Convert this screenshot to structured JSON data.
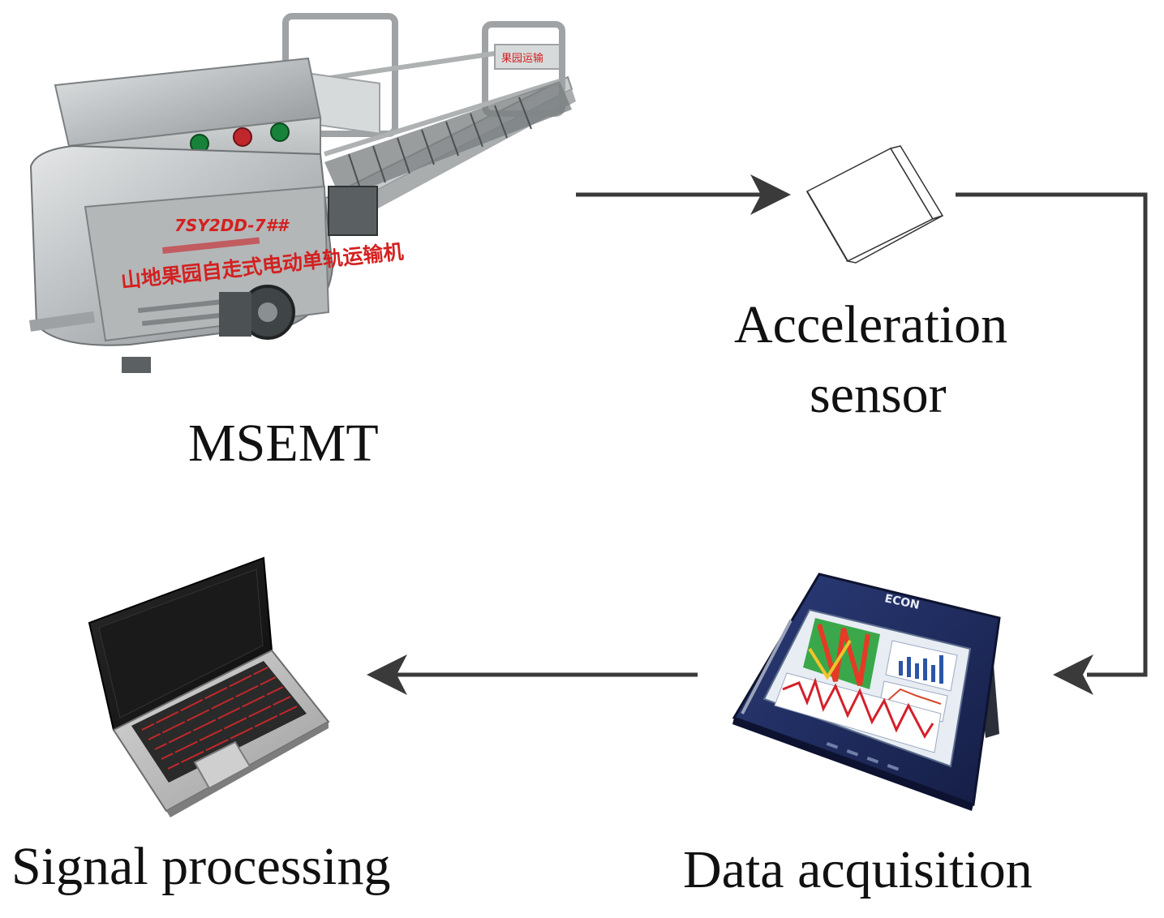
{
  "nodes": {
    "msemt": {
      "label": "MSEMT"
    },
    "sensor": {
      "label_line1": "Acceleration",
      "label_line2": "sensor"
    },
    "daq": {
      "label": "Data acquisition",
      "device_brand": "ECON"
    },
    "processing": {
      "label": "Signal processing"
    }
  },
  "flow": [
    "msemt",
    "sensor",
    "daq",
    "processing"
  ],
  "machine_markings": {
    "model": "7SY2DD-7##",
    "name": "山地果园自走式电动单轨运输机"
  },
  "colors": {
    "arrow": "#3a3a3a",
    "machine_steel": "#b9bdbf",
    "machine_text": "#d42020",
    "daq_body": "#1d2a5e",
    "laptop_key_glow": "#e0282a"
  }
}
